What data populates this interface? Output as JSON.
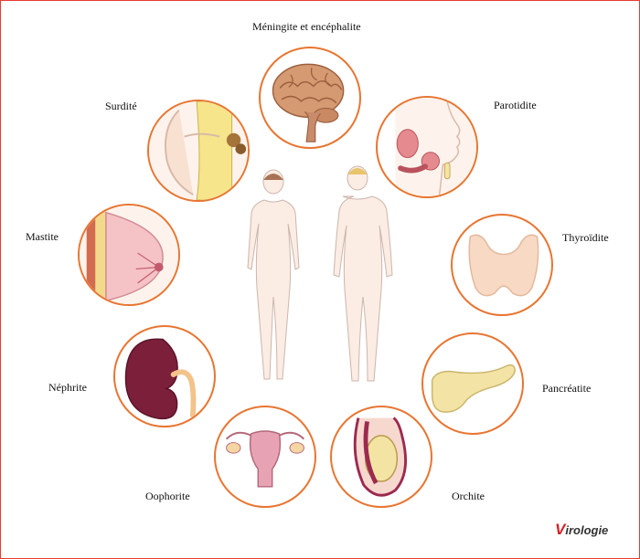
{
  "labels": {
    "meningite": "Méningite et encéphalite",
    "parotidite": "Parotidite",
    "surdite": "Surdité",
    "thyroidite": "Thyroïdite",
    "mastite": "Mastite",
    "pancreatite": "Pancréatite",
    "nephrite": "Néphrite",
    "oophorite": "Oophorite",
    "orchite": "Orchite"
  },
  "logo": {
    "initial": "V",
    "rest": "irologie"
  },
  "colors": {
    "circle_border": "#e87531",
    "frame_border": "#e63a2e",
    "skin": "#fbece4",
    "brain": "#d59a72",
    "kidney": "#7b1f3a",
    "pancreas": "#f3e3a4",
    "thyroid": "#f7d9c4",
    "uterus": "#e7a3b4"
  },
  "icons": [
    "brain-icon",
    "parotid-gland-icon",
    "ear-icon",
    "thyroid-icon",
    "breast-icon",
    "pancreas-icon",
    "kidney-icon",
    "uterus-ovaries-icon",
    "testis-icon",
    "female-body-icon",
    "male-body-icon"
  ]
}
